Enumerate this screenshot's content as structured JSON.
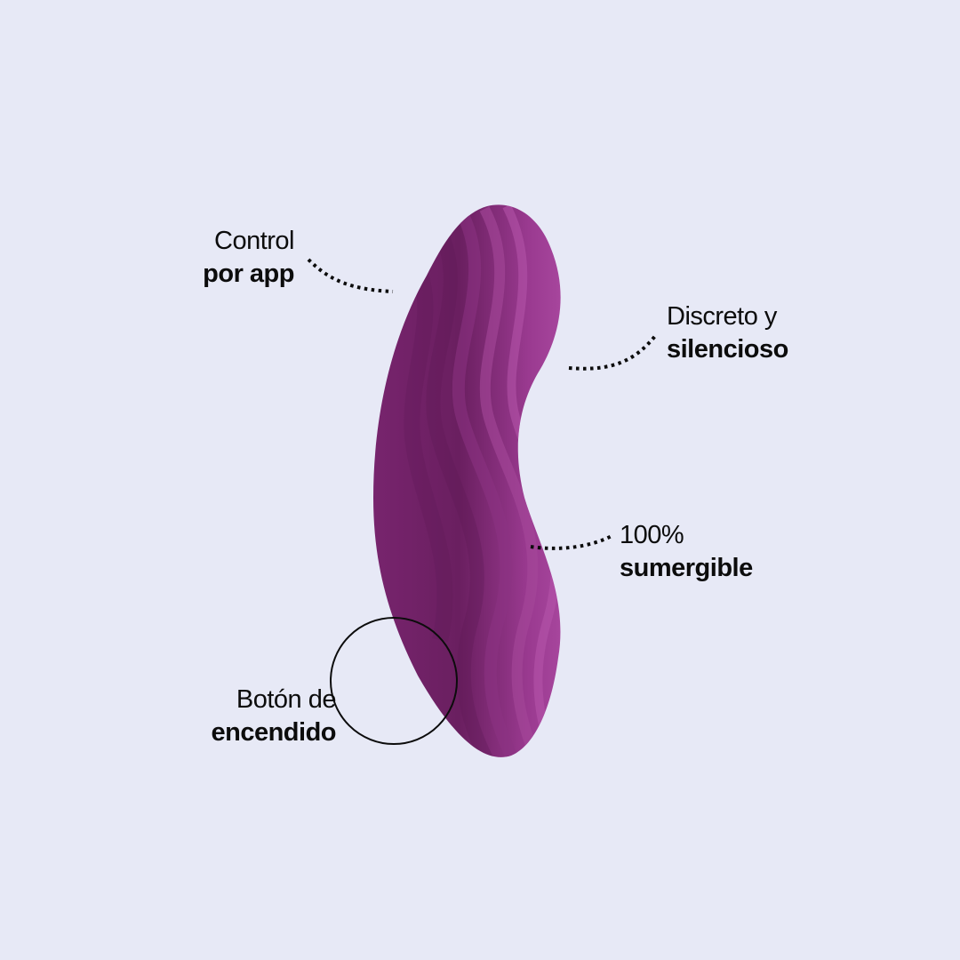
{
  "background_color": "#e7e9f6",
  "product": {
    "name": "product-image",
    "color_dark": "#6b2160",
    "color_mid": "#8e2f85",
    "color_light": "#b04fa6"
  },
  "callouts": [
    {
      "id": "app-control",
      "light": "Control",
      "bold": "por app"
    },
    {
      "id": "discreet",
      "light": "Discreto y",
      "bold": "silencioso"
    },
    {
      "id": "submersible",
      "light": "100%",
      "bold": "sumergible"
    },
    {
      "id": "power-button",
      "light": "Botón de",
      "bold": "encendido"
    }
  ]
}
